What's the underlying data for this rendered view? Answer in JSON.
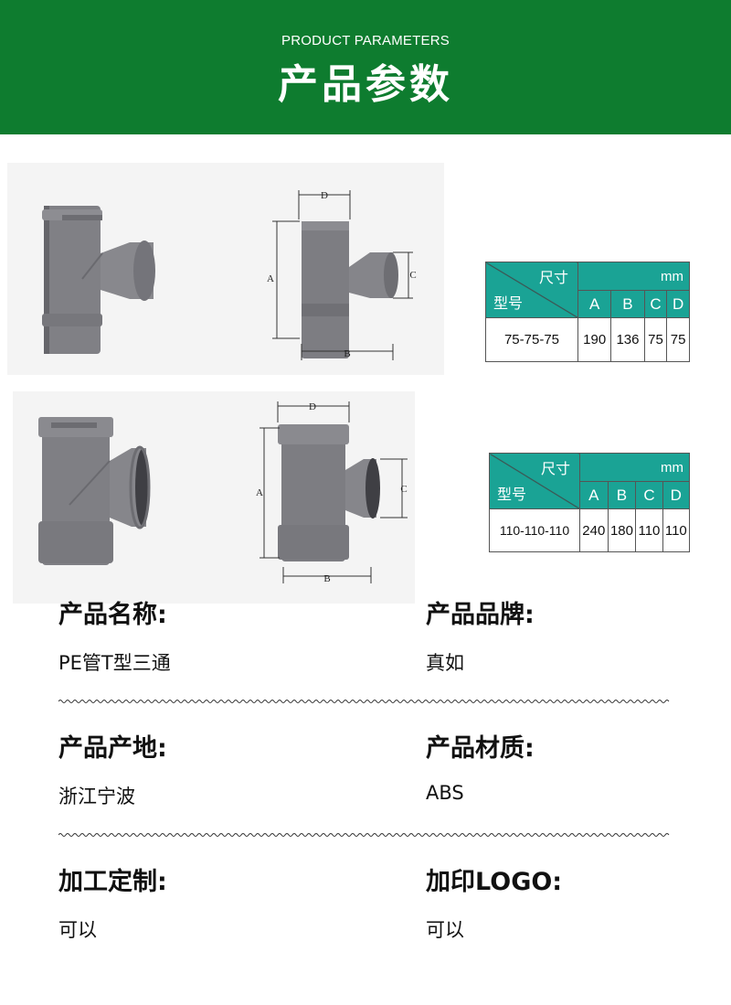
{
  "header": {
    "subtitle": "PRODUCT PARAMETERS",
    "title": "产品参数"
  },
  "colors": {
    "banner_green": "#0e7c2f",
    "table_header_teal": "#1aa395",
    "fitting_gray": "#7d7d82"
  },
  "drawing_labels": {
    "a": "A",
    "b": "B",
    "c": "C",
    "d": "D"
  },
  "spec_tables": [
    {
      "size_label": "尺寸",
      "model_label": "型号",
      "unit": "mm",
      "columns": [
        "A",
        "B",
        "C",
        "D"
      ],
      "model": "75-75-75",
      "values": [
        "190",
        "136",
        "75",
        "75"
      ]
    },
    {
      "size_label": "尺寸",
      "model_label": "型号",
      "unit": "mm",
      "columns": [
        "A",
        "B",
        "C",
        "D"
      ],
      "model": "110-110-110",
      "values": [
        "240",
        "180",
        "110",
        "110"
      ]
    }
  ],
  "info": {
    "name_label": "产品名称:",
    "name_value": "PE管T型三通",
    "brand_label": "产品品牌:",
    "brand_value": "真如",
    "origin_label": "产品产地:",
    "origin_value": "浙江宁波",
    "material_label": "产品材质:",
    "material_value": "ABS",
    "custom_label": "加工定制:",
    "custom_value": "可以",
    "logo_label": "加印LOGO:",
    "logo_value": "可以"
  }
}
